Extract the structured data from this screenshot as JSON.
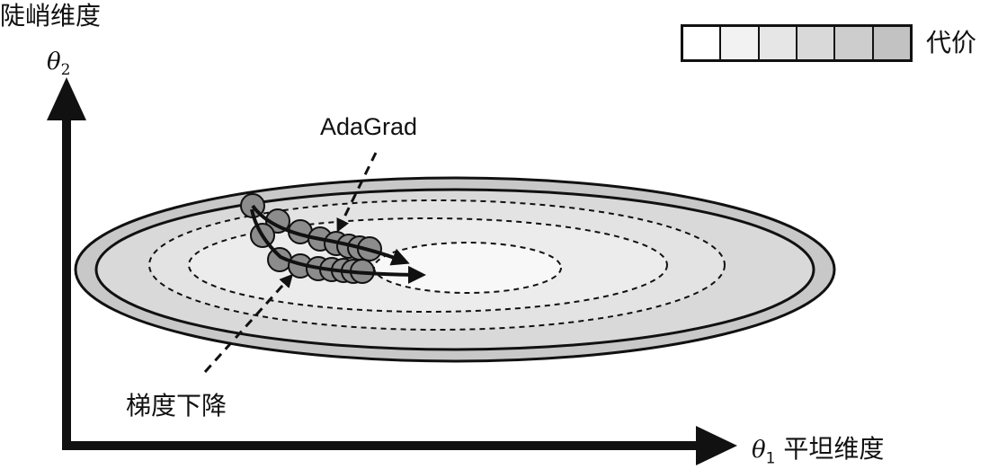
{
  "labels": {
    "y_axis_title": "陡峭维度",
    "y_axis_symbol": "θ",
    "y_axis_subscript": "2",
    "x_axis_symbol": "θ",
    "x_axis_subscript": "1",
    "x_axis_title": "平坦维度",
    "legend_label": "代价",
    "adagrad": "AdaGrad",
    "sgd": "梯度下降"
  },
  "legend": {
    "colors": [
      "#ffffff",
      "#f2f2f2",
      "#e6e6e6",
      "#d9d9d9",
      "#cdcdcd",
      "#c2c2c2"
    ]
  },
  "colors": {
    "outer_ring": "#c8c8c8",
    "middle_ring": "#d9d9d9",
    "inner_ring": "#ebebeb",
    "center": "#f8f8f8",
    "marker": "#8c8c8c",
    "line": "#111111"
  }
}
